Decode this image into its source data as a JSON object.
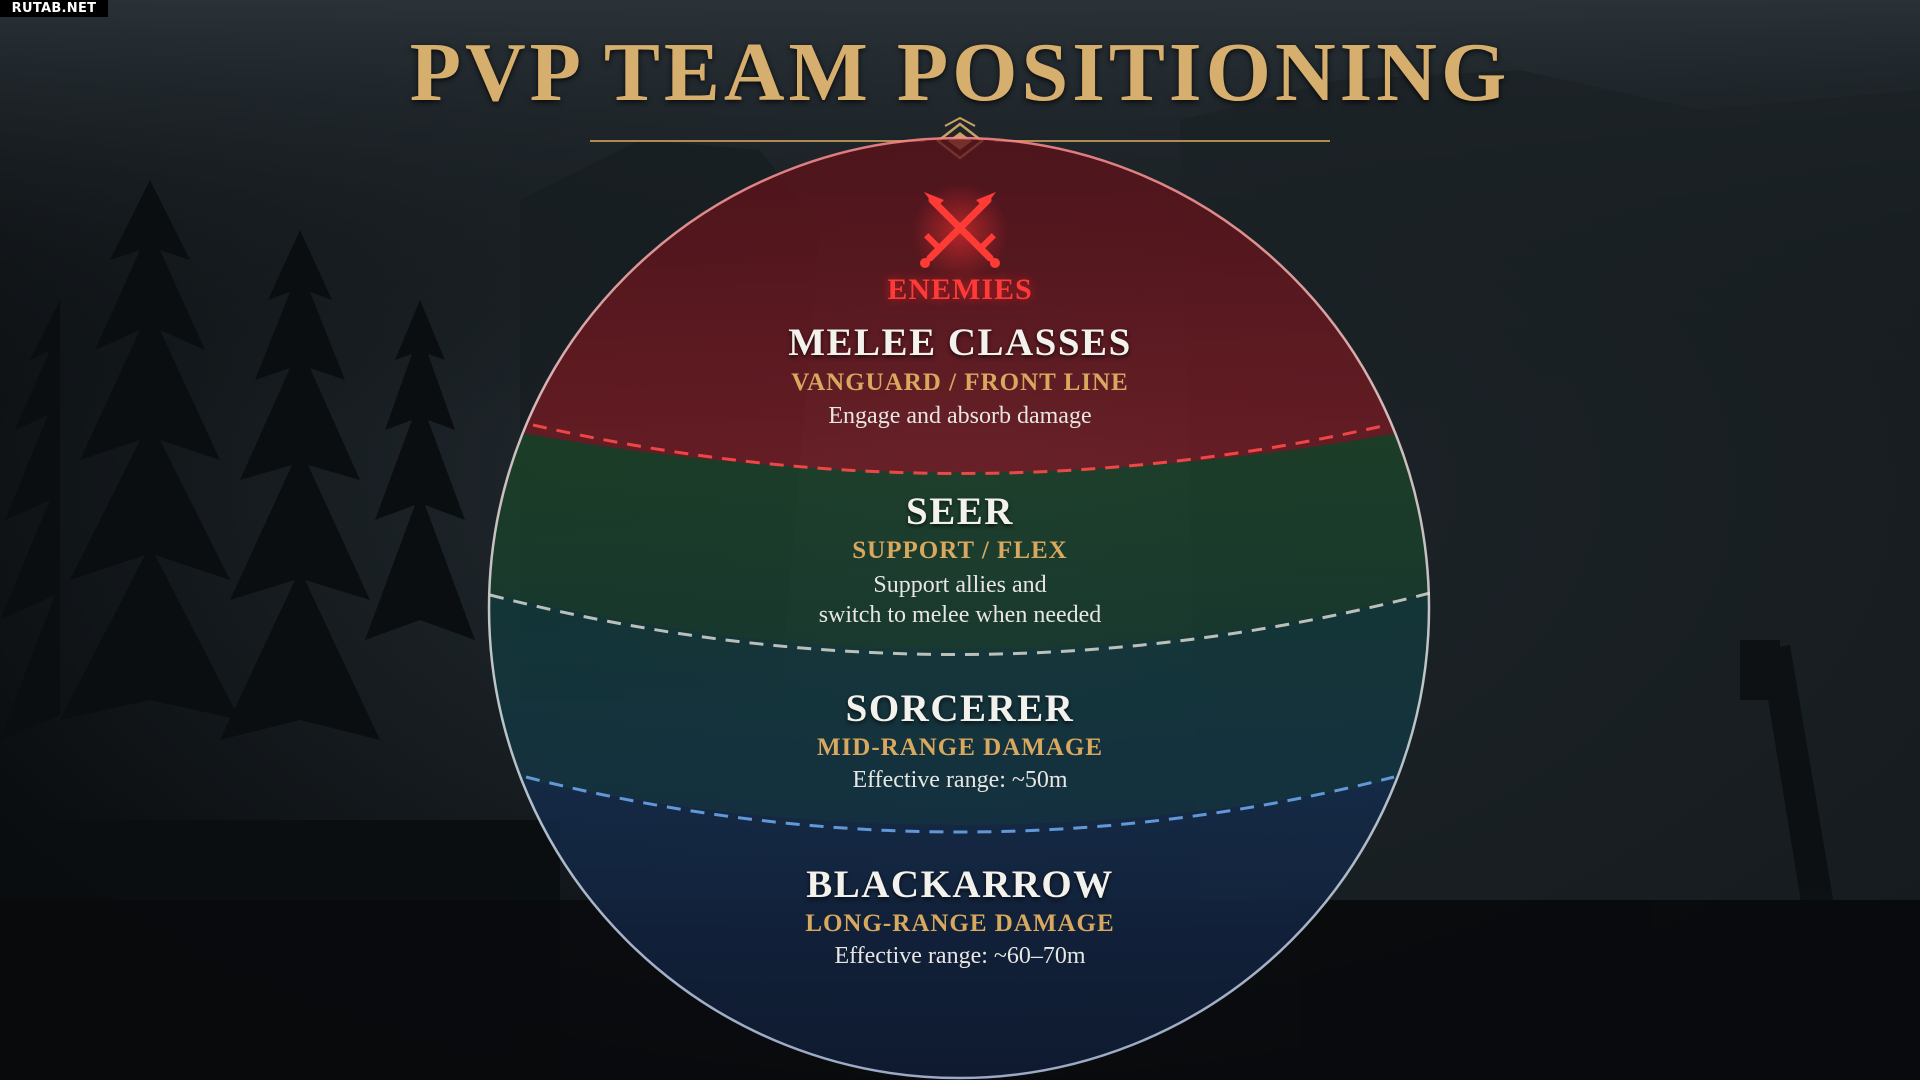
{
  "watermark": "RUTAB.NET",
  "title": "PVP TEAM POSITIONING",
  "enemies": {
    "label": "ENEMIES",
    "icon": "crossed-swords-icon"
  },
  "zones": [
    {
      "name": "MELEE CLASSES",
      "role": "VANGUARD / FRONT LINE",
      "description": [
        "Engage and absorb damage"
      ],
      "color": "#8a1a22",
      "divider_color": "#ff4a4a"
    },
    {
      "name": "SEER",
      "role": "SUPPORT / FLEX",
      "description": [
        "Support allies and",
        "switch to melee when needed"
      ],
      "color": "#1d4a2a",
      "divider_color": "#d8d8d0"
    },
    {
      "name": "SORCERER",
      "role": "MID-RANGE DAMAGE",
      "description": [
        "Effective range: ~50m"
      ],
      "color": "#143a3a",
      "divider_color": "#6aa4e8"
    },
    {
      "name": "BLACKARROW",
      "role": "LONG-RANGE DAMAGE",
      "description": [
        "Effective range: ~60–70m"
      ],
      "color": "#15284a"
    }
  ],
  "colors": {
    "title_gold": "#d6ae6e",
    "role_gold": "#d8a85e",
    "enemy_red": "#ff3a38",
    "background": "#0d1114"
  }
}
